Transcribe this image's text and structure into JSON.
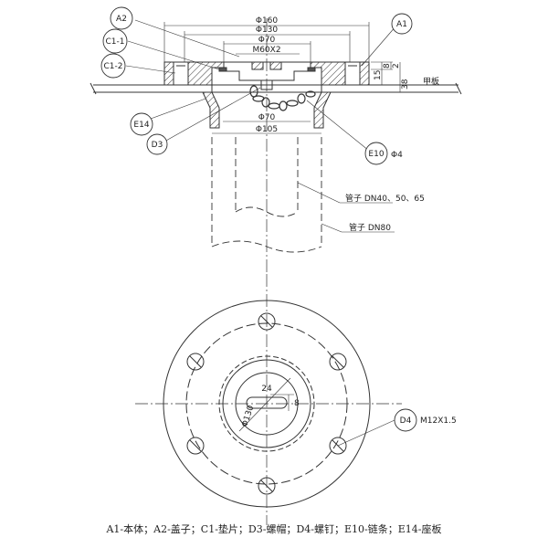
{
  "labels": {
    "A1": "A1",
    "A2": "A2",
    "C1_1": "C1-1",
    "C1_2": "C1-2",
    "E14": "E14",
    "D3": "D3",
    "E10": "E10",
    "D4": "D4"
  },
  "dimensions": {
    "d160": "Φ160",
    "d130": "Φ130",
    "d70": "Φ70",
    "thread": "M60X2",
    "d70_lower": "Φ70",
    "d105": "Φ105",
    "h15": "15",
    "h8": "8",
    "h2": "2",
    "h38": "38",
    "e10_dia": "Φ4",
    "w24": "24",
    "w8": "8",
    "bolt_circle": "Φ130"
  },
  "notes": {
    "deck": "甲板",
    "pipe_small": "管子 DN40、50、65",
    "pipe_large": "管子 DN80",
    "bolt": "M12X1.5"
  },
  "caption": "A1-本体；A2-盖子；C1-垫片；D3-螺帽；D4-螺钉；E10-链条；E14-座板"
}
